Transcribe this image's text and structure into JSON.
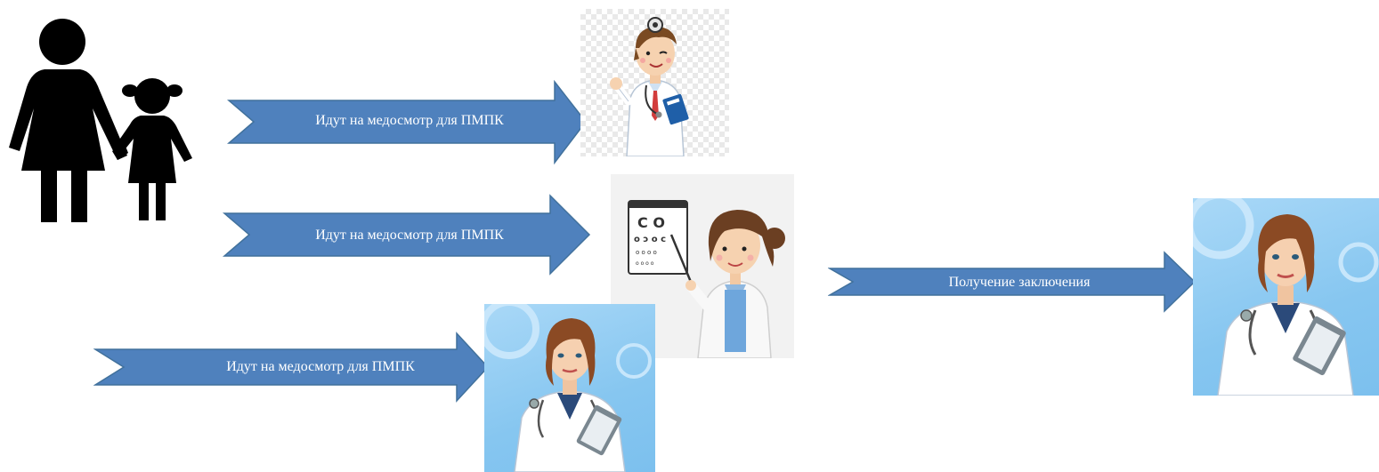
{
  "arrows": {
    "arrow1_label": "Идут на медосмотр для ПМПК",
    "arrow2_label": "Идут на медосмотр для ПМПК",
    "arrow3_label": "Идут на медосмотр для ПМПК",
    "arrow4_label": "Получение заключения"
  },
  "colors": {
    "arrow_fill": "#4f81bd",
    "arrow_stroke": "#41719c",
    "silhouette": "#000000",
    "coat": "#ffffff",
    "sky": "#86c6f0"
  },
  "icons": {
    "family": "mother-child-silhouette-icon",
    "doctor_male": "male-doctor-illustration",
    "eye_doctor": "ophthalmologist-illustration",
    "doctor_female": "female-doctor-illustration"
  }
}
